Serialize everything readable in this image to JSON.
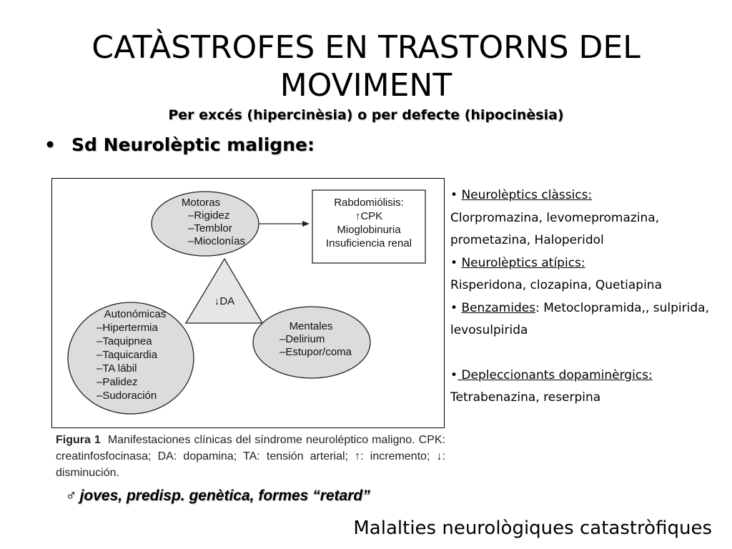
{
  "slide": {
    "title": "CATÀSTROFES EN TRASTORNS DEL MOVIMENT",
    "subtitle": "Per excés (hipercinèsia) o per defecte (hipocinèsia)",
    "bullet_main": "Sd Neurolèptic maligne:",
    "footer": "Malalties neurològiques catastròfiques"
  },
  "figure": {
    "motoras": {
      "title": "Motoras",
      "items": [
        "–Rigidez",
        "–Temblor",
        "–Mioclonías"
      ]
    },
    "rabdo": {
      "lines": [
        "Rabdomiólisis:",
        "↑CPK",
        "Mioglobinuria",
        "Insuficiencia renal"
      ]
    },
    "da_label": "↓DA",
    "autonomicas": {
      "title": "Autonómicas",
      "items": [
        "–Hipertermia",
        "–Taquipnea",
        "–Taquicardia",
        "–TA lábil",
        "–Palidez",
        "–Sudoración"
      ]
    },
    "mentales": {
      "title": "Mentales",
      "items": [
        "–Delirium",
        "–Estupor/coma"
      ]
    },
    "caption_label": "Figura 1",
    "caption_text": "Manifestaciones clínicas del síndrome neuroléptico maligno. CPK: creatinfosfocinasa; DA: dopamina; TA: tensión arterial; ↑: incremento; ↓: disminución."
  },
  "note": "♂ joves, predisp. genètica, formes “retard”",
  "drug_list": {
    "classics_label": "Neurolèptics clàssics:",
    "classics_text": "Clorpromazina, levomepromazina, prometazina, Haloperidol",
    "atipics_label": "Neurolèptics atípics:",
    "atipics_text": "Risperidona, clozapina, Quetiapina",
    "benzamides_label": "Benzamides",
    "benzamides_text": ": Metoclopramida,, sulpirida, levosulpirida",
    "deplec_label": " Depleccionants dopaminèrgics:",
    "deplec_text": "Tetrabenazina, reserpina"
  },
  "colors": {
    "ellipse_fill": "#dcdcdc",
    "triangle_fill": "#e6e6e6",
    "text_shadow": "#b5b5b5"
  }
}
